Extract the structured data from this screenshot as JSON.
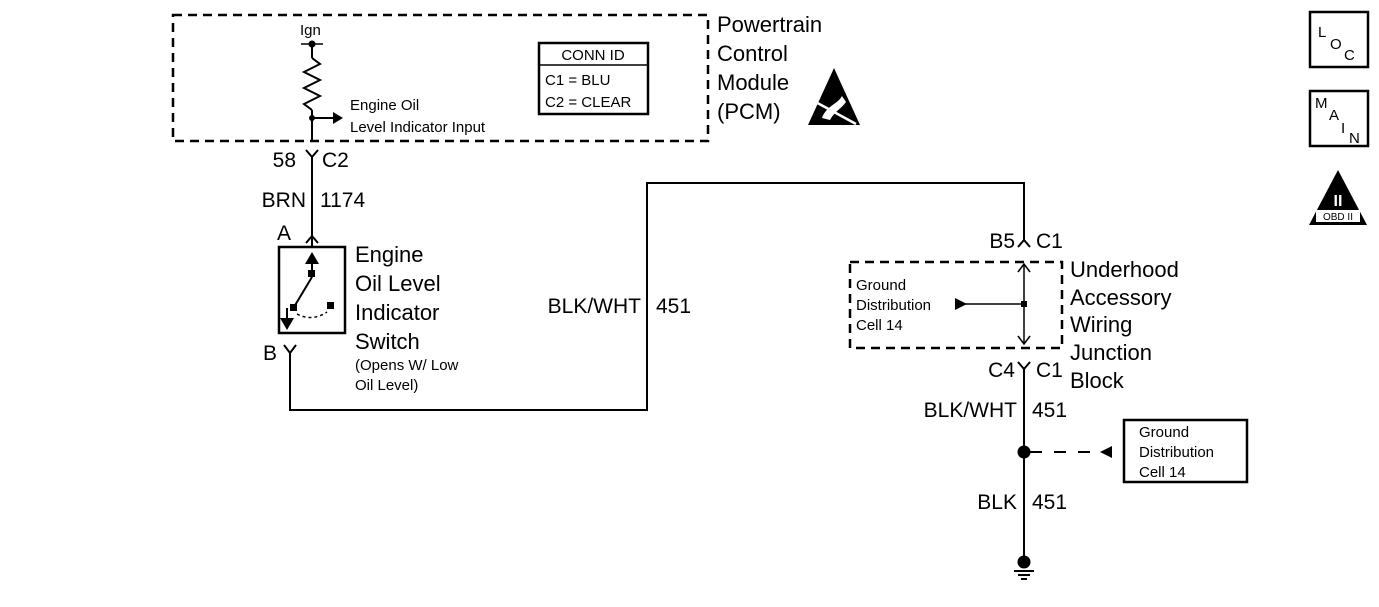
{
  "pcm": {
    "title_lines": [
      "Powertrain",
      "Control",
      "Module",
      "(PCM)"
    ],
    "ign_label": "Ign",
    "input_label_lines": [
      "Engine Oil",
      "Level Indicator Input"
    ],
    "conn_id": {
      "header": "CONN ID",
      "rows": [
        "C1 = BLU",
        "C2 = CLEAR"
      ]
    },
    "pin": "58",
    "connector": "C2"
  },
  "wire_1174": {
    "color": "BRN",
    "circuit": "1174"
  },
  "switch": {
    "terminal_a": "A",
    "terminal_b": "B",
    "title_lines": [
      "Engine",
      "Oil Level",
      "Indicator",
      "Switch"
    ],
    "note_lines": [
      "(Opens W/ Low",
      "Oil Level)"
    ]
  },
  "wire_451_left": {
    "color": "BLK/WHT",
    "circuit": "451"
  },
  "junction_block": {
    "title_lines": [
      "Underhood",
      "Accessory",
      "Wiring",
      "Junction",
      "Block"
    ],
    "top_pin": "B5",
    "top_connector": "C1",
    "bottom_pin": "C4",
    "bottom_connector": "C1",
    "inner_label_lines": [
      "Ground",
      "Distribution",
      "Cell 14"
    ]
  },
  "wire_451_lower": {
    "color": "BLK/WHT",
    "circuit": "451"
  },
  "wire_451_ground": {
    "color": "BLK",
    "circuit": "451"
  },
  "ground_ref_box": {
    "lines": [
      "Ground",
      "Distribution",
      "Cell 14"
    ]
  },
  "side_icons": {
    "loc": [
      "L",
      "O",
      "C"
    ],
    "main": [
      "M",
      "A",
      "I",
      "N"
    ],
    "obd": {
      "symbol": "II",
      "label": "OBD II"
    }
  }
}
